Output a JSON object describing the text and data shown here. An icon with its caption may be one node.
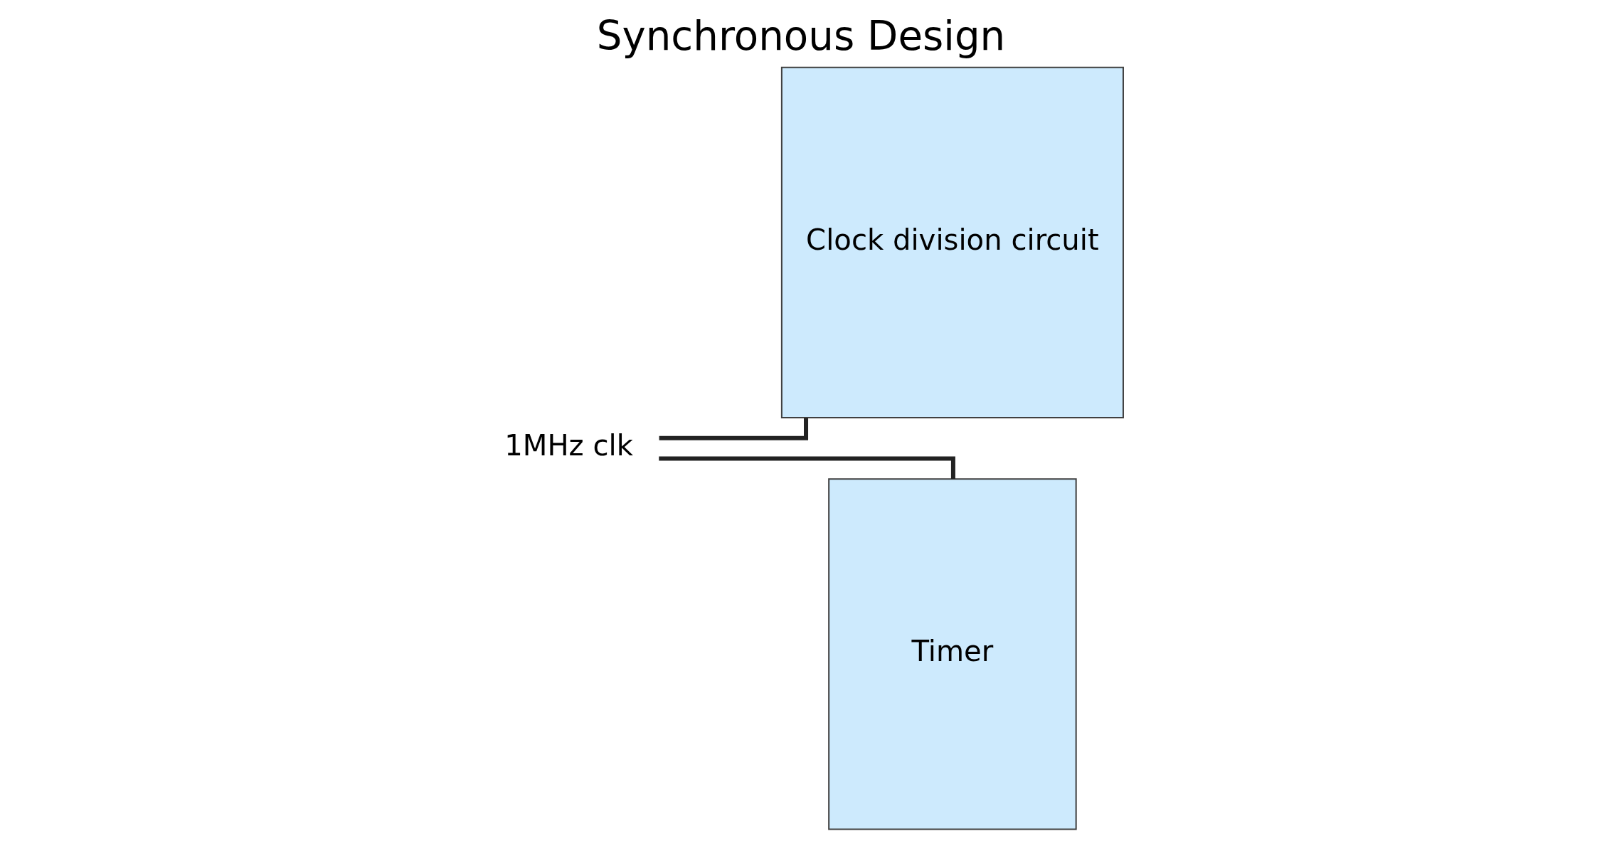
{
  "diagram": {
    "title": "Synchronous Design",
    "nodes": [
      {
        "text": [
          "1MHz clk"
        ]
      },
      {
        "text": [
          "Clock division circuit"
        ]
      },
      {
        "text": [
          "Timer"
        ]
      }
    ],
    "edges": [
      {
        "from": 0,
        "to": 1,
        "arrow": "none"
      },
      {
        "from": 0,
        "to": 2,
        "arrow": "none"
      }
    ]
  }
}
